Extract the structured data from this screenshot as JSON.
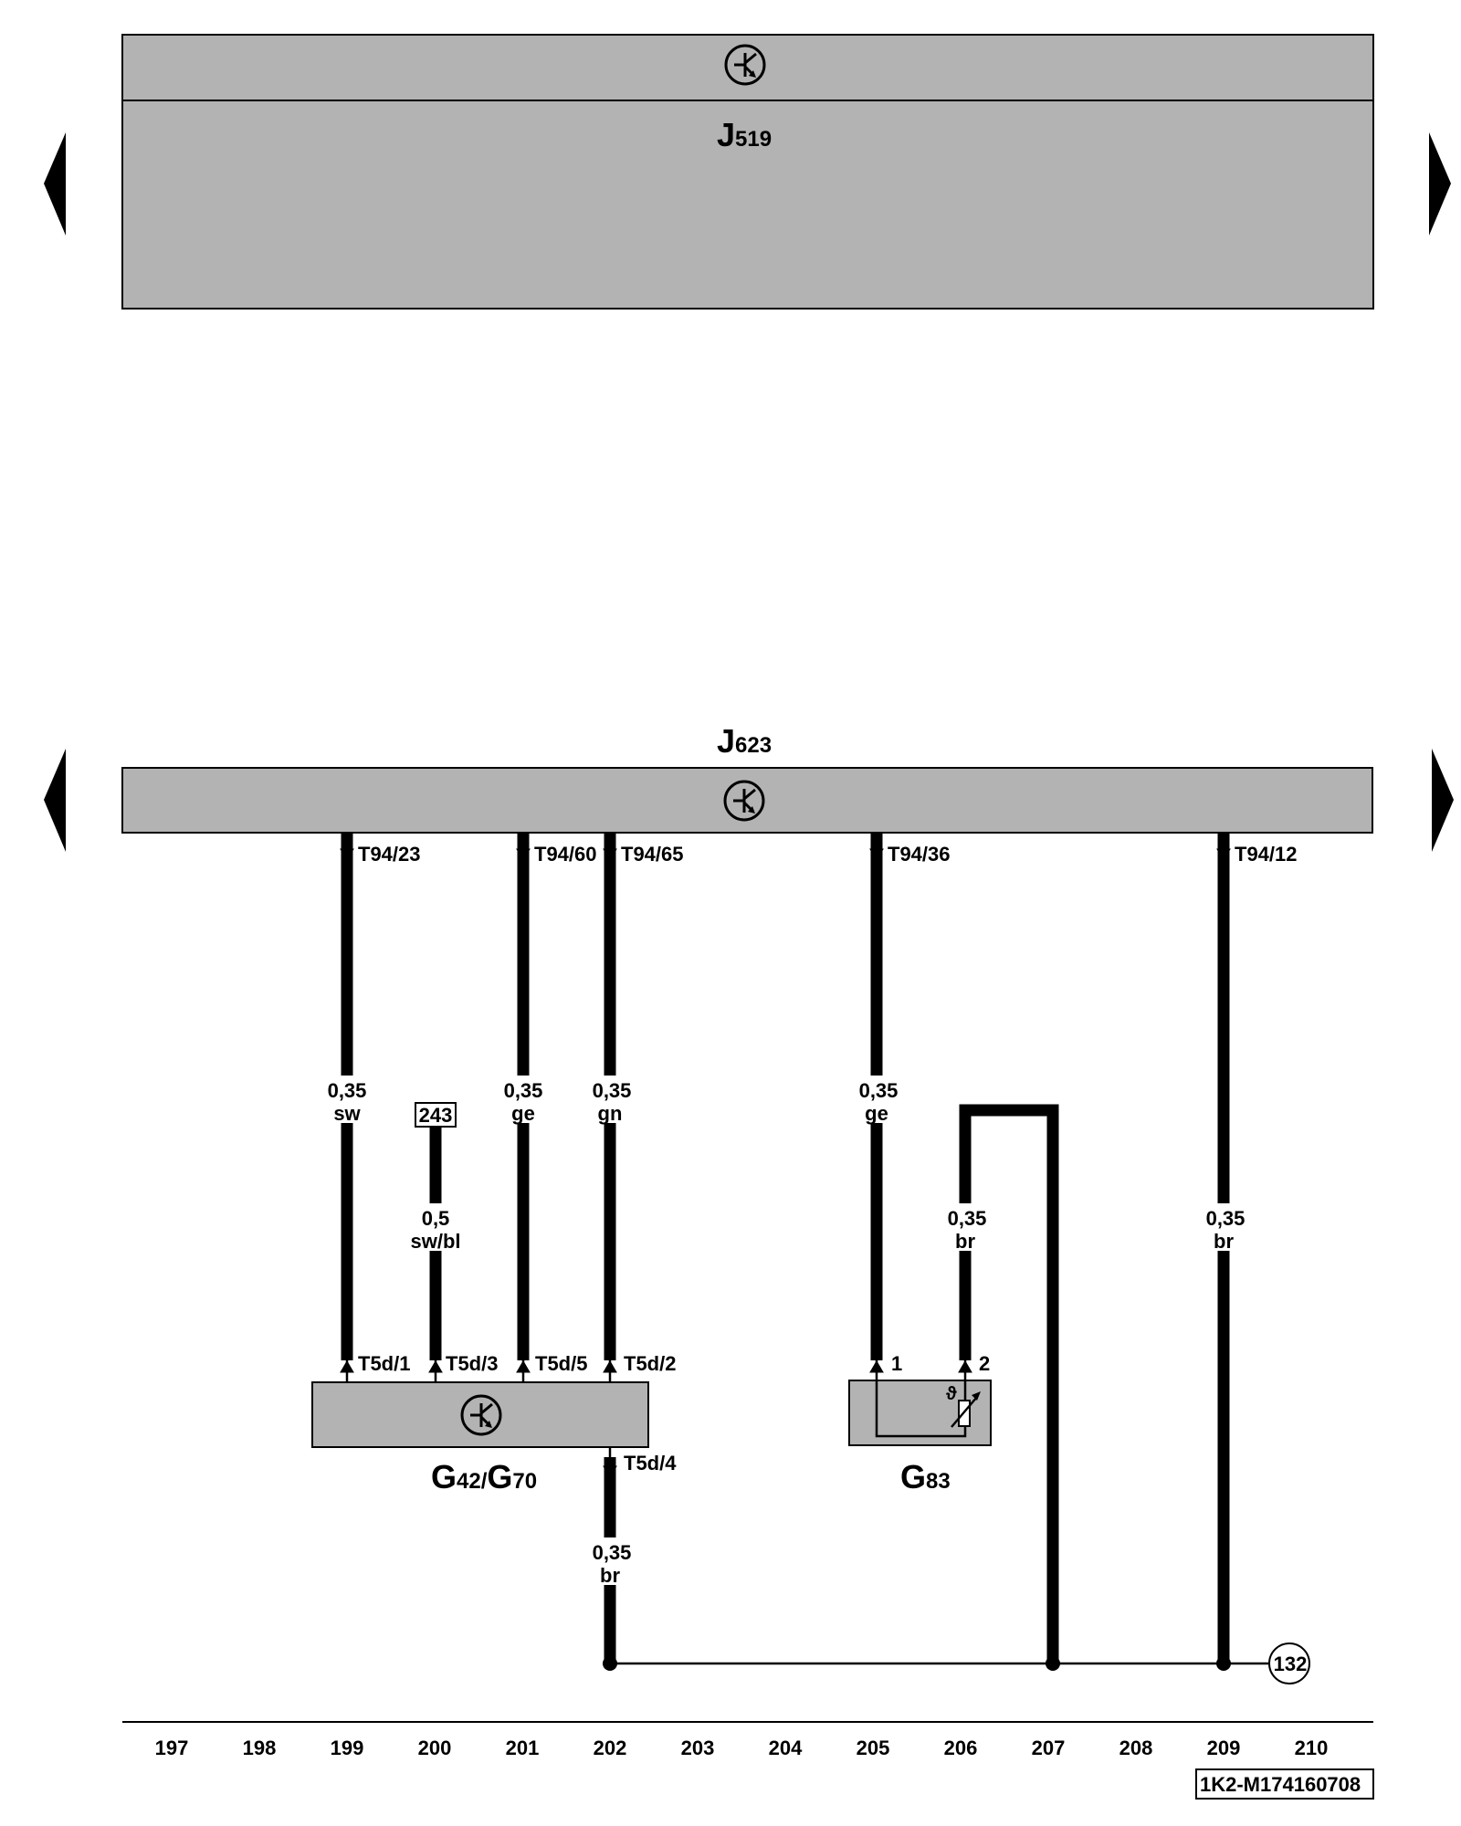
{
  "modules": {
    "j519": {
      "name": "J",
      "sub": "519"
    },
    "j623": {
      "name": "J",
      "sub": "623"
    }
  },
  "components": {
    "g42g70": {
      "name1": "G",
      "sub1": "42",
      "sep": "/",
      "name2": "G",
      "sub2": "70"
    },
    "g83": {
      "name": "G",
      "sub": "83"
    }
  },
  "pins": {
    "t94_23": "T94/23",
    "t94_60": "T94/60",
    "t94_65": "T94/65",
    "t94_36": "T94/36",
    "t94_12": "T94/12",
    "t5d_1": "T5d/1",
    "t5d_3": "T5d/3",
    "t5d_5": "T5d/5",
    "t5d_2": "T5d/2",
    "t5d_4": "T5d/4",
    "g83_1": "1",
    "g83_2": "2"
  },
  "wires": {
    "w199": {
      "size": "0,35",
      "color": "sw"
    },
    "w200": {
      "size": "0,5",
      "color": "sw/bl"
    },
    "w201": {
      "size": "0,35",
      "color": "ge"
    },
    "w202a": {
      "size": "0,35",
      "color": "gn"
    },
    "w202b": {
      "size": "0,35",
      "color": "br"
    },
    "w205": {
      "size": "0,35",
      "color": "ge"
    },
    "w206": {
      "size": "0,35",
      "color": "br"
    },
    "w209": {
      "size": "0,35",
      "color": "br"
    }
  },
  "refs": {
    "box_243": "243",
    "ground_132": "132",
    "theta": "ϑ"
  },
  "scale": [
    "197",
    "198",
    "199",
    "200",
    "201",
    "202",
    "203",
    "204",
    "205",
    "206",
    "207",
    "208",
    "209",
    "210"
  ],
  "document_id": "1K2-M174160708",
  "colors": {
    "module_fill": "#b3b3b3",
    "wire": "#000000"
  }
}
